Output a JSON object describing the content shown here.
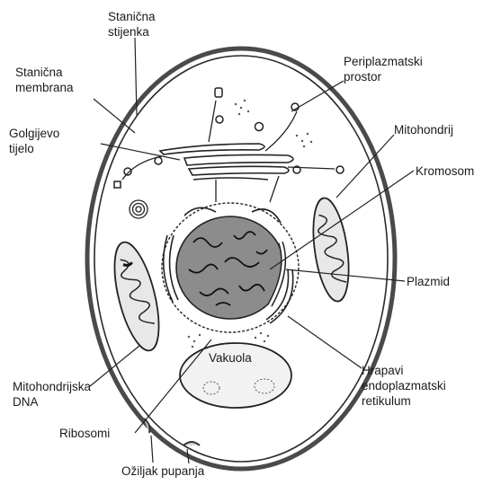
{
  "labels": {
    "stanicna_stijenka": [
      "Stanična",
      "stijenka"
    ],
    "stanicna_membrana": [
      "Stanična",
      "membrana"
    ],
    "golgijevo_tijelo": [
      "Golgijevo",
      "tijelo"
    ],
    "periplazmatski_prostor": [
      "Periplazmatski",
      "prostor"
    ],
    "mitohondrij": "Mitohondrij",
    "kromosom": "Kromosom",
    "plazmid": "Plazmid",
    "vakuola": "Vakuola",
    "hrapavi_er": [
      "Hrapavi",
      "endoplazmatski",
      "retikulum"
    ],
    "mitohondrijska_dna": [
      "Mitohondrijska",
      "DNA"
    ],
    "ribosomi": "Ribosomi",
    "oziljak_pupanja": "Ožiljak pupanja"
  }
}
